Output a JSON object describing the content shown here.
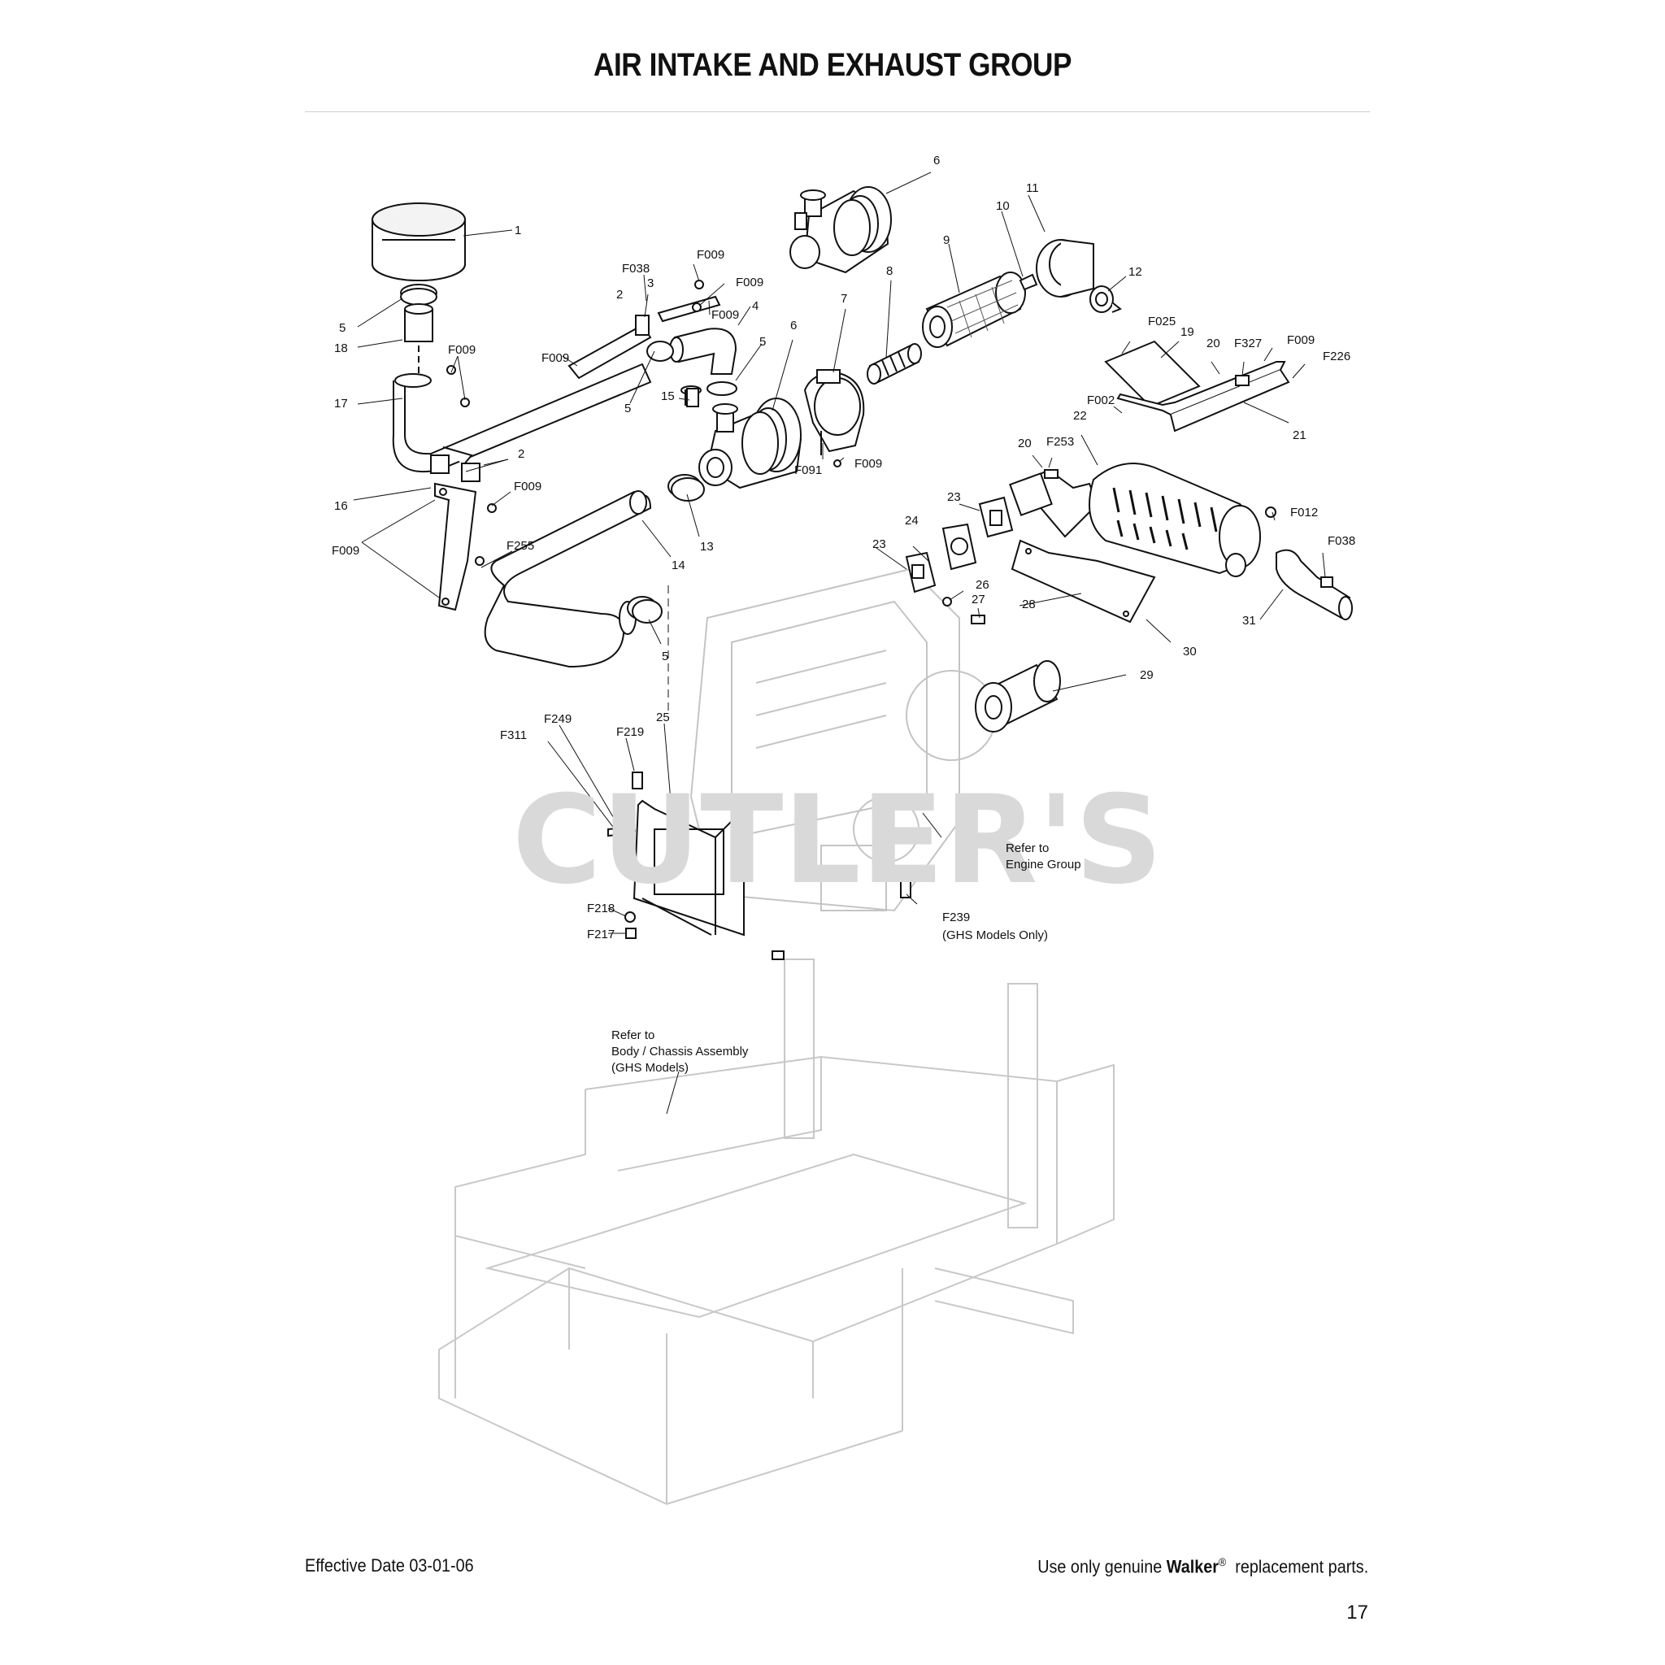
{
  "title": "AIR INTAKE AND EXHAUST GROUP",
  "watermark": "CUTLER'S",
  "callouts": [
    {
      "id": "c1",
      "text": "1"
    },
    {
      "id": "c5a",
      "text": "5"
    },
    {
      "id": "c18",
      "text": "18"
    },
    {
      "id": "c17",
      "text": "17"
    },
    {
      "id": "cF009a",
      "text": "F009"
    },
    {
      "id": "cF038a",
      "text": "F038"
    },
    {
      "id": "c2a",
      "text": "2"
    },
    {
      "id": "c3",
      "text": "3"
    },
    {
      "id": "cF009b",
      "text": "F009"
    },
    {
      "id": "cF009c",
      "text": "F009"
    },
    {
      "id": "cF009d",
      "text": "F009"
    },
    {
      "id": "c4",
      "text": "4"
    },
    {
      "id": "cF009e",
      "text": "F009"
    },
    {
      "id": "c5b",
      "text": "5"
    },
    {
      "id": "c5c",
      "text": "5"
    },
    {
      "id": "c6a",
      "text": "6"
    },
    {
      "id": "c6b",
      "text": "6"
    },
    {
      "id": "c15",
      "text": "15"
    },
    {
      "id": "c7",
      "text": "7"
    },
    {
      "id": "c8",
      "text": "8"
    },
    {
      "id": "c9",
      "text": "9"
    },
    {
      "id": "c10",
      "text": "10"
    },
    {
      "id": "c11",
      "text": "11"
    },
    {
      "id": "c12",
      "text": "12"
    },
    {
      "id": "cF091",
      "text": "F091"
    },
    {
      "id": "cF009f",
      "text": "F009"
    },
    {
      "id": "c2b",
      "text": "2"
    },
    {
      "id": "c16",
      "text": "16"
    },
    {
      "id": "cF009g",
      "text": "F009"
    },
    {
      "id": "cF009h",
      "text": "F009"
    },
    {
      "id": "cF255",
      "text": "F255"
    },
    {
      "id": "c13",
      "text": "13"
    },
    {
      "id": "c14",
      "text": "14"
    },
    {
      "id": "c5d",
      "text": "5"
    },
    {
      "id": "cF025",
      "text": "F025"
    },
    {
      "id": "c19",
      "text": "19"
    },
    {
      "id": "c20a",
      "text": "20"
    },
    {
      "id": "cF327",
      "text": "F327"
    },
    {
      "id": "cF009i",
      "text": "F009"
    },
    {
      "id": "cF226",
      "text": "F226"
    },
    {
      "id": "cF002",
      "text": "F002"
    },
    {
      "id": "c22",
      "text": "22"
    },
    {
      "id": "c21",
      "text": "21"
    },
    {
      "id": "c20b",
      "text": "20"
    },
    {
      "id": "cF253",
      "text": "F253"
    },
    {
      "id": "c23a",
      "text": "23"
    },
    {
      "id": "c24",
      "text": "24"
    },
    {
      "id": "c23b",
      "text": "23"
    },
    {
      "id": "c26",
      "text": "26"
    },
    {
      "id": "c27",
      "text": "27"
    },
    {
      "id": "c28",
      "text": "28"
    },
    {
      "id": "cF012",
      "text": "F012"
    },
    {
      "id": "cF038b",
      "text": "F038"
    },
    {
      "id": "c31",
      "text": "31"
    },
    {
      "id": "c30",
      "text": "30"
    },
    {
      "id": "c29",
      "text": "29"
    },
    {
      "id": "c25",
      "text": "25"
    },
    {
      "id": "cF249",
      "text": "F249"
    },
    {
      "id": "cF219",
      "text": "F219"
    },
    {
      "id": "cF311",
      "text": "F311"
    },
    {
      "id": "cF218",
      "text": "F218"
    },
    {
      "id": "cF217",
      "text": "F217"
    },
    {
      "id": "cF239",
      "text": "F239"
    },
    {
      "id": "cGHS1",
      "text": "(GHS Models Only)"
    }
  ],
  "notes": {
    "engine": [
      "Refer to",
      "Engine Group"
    ],
    "chassis": [
      "Refer to",
      "Body / Chassis Assembly",
      "(GHS Models)"
    ]
  },
  "footer": {
    "effective": "Effective Date 03-01-06",
    "tagline_pre": "Use only genuine ",
    "tagline_brand": "Walker",
    "tagline_reg": "®",
    "tagline_post": "  replacement parts.",
    "page_number": "17"
  }
}
